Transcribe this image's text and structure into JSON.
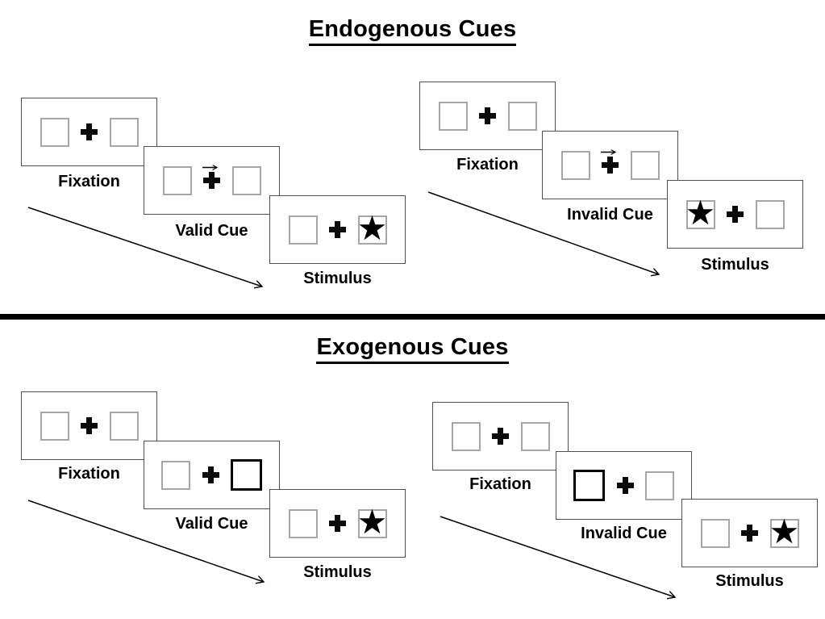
{
  "titles": {
    "endogenous": "Endogenous Cues",
    "exogenous": "Exogenous Cues"
  },
  "glyphs": {
    "star": "★"
  },
  "colors": {
    "background": "#ffffff",
    "panel_border": "#4f4f4f",
    "placeholder_box_border": "#a6a6a6",
    "cue_box_border": "#000000",
    "divider": "#000000",
    "text": "#000000"
  },
  "groups": {
    "endogenous_valid": {
      "name": "Endogenous Valid Cue sequence",
      "panels": [
        {
          "label": "Fixation",
          "left_box": "empty",
          "right_box": "empty",
          "cue": "none"
        },
        {
          "label": "Valid Cue",
          "left_box": "empty",
          "right_box": "empty",
          "cue": "arrow-pointing-right-above-fixation-cross"
        },
        {
          "label": "Stimulus",
          "left_box": "empty",
          "right_box": "star",
          "cue": "none"
        }
      ]
    },
    "endogenous_invalid": {
      "name": "Endogenous Invalid Cue sequence",
      "panels": [
        {
          "label": "Fixation",
          "left_box": "empty",
          "right_box": "empty",
          "cue": "none"
        },
        {
          "label": "Invalid Cue",
          "left_box": "empty",
          "right_box": "empty",
          "cue": "arrow-pointing-right-above-fixation-cross"
        },
        {
          "label": "Stimulus",
          "left_box": "star",
          "right_box": "empty",
          "cue": "none"
        }
      ]
    },
    "exogenous_valid": {
      "name": "Exogenous Valid Cue sequence",
      "panels": [
        {
          "label": "Fixation",
          "left_box": "empty",
          "right_box": "empty",
          "cue": "none"
        },
        {
          "label": "Valid Cue",
          "left_box": "empty",
          "right_box": "bold-highlight",
          "cue": "bold-right-box"
        },
        {
          "label": "Stimulus",
          "left_box": "empty",
          "right_box": "star",
          "cue": "none"
        }
      ]
    },
    "exogenous_invalid": {
      "name": "Exogenous Invalid Cue sequence",
      "panels": [
        {
          "label": "Fixation",
          "left_box": "empty",
          "right_box": "empty",
          "cue": "none"
        },
        {
          "label": "Invalid Cue",
          "left_box": "bold-highlight",
          "right_box": "empty",
          "cue": "bold-left-box"
        },
        {
          "label": "Stimulus",
          "left_box": "empty",
          "right_box": "star",
          "cue": "none"
        }
      ]
    }
  }
}
